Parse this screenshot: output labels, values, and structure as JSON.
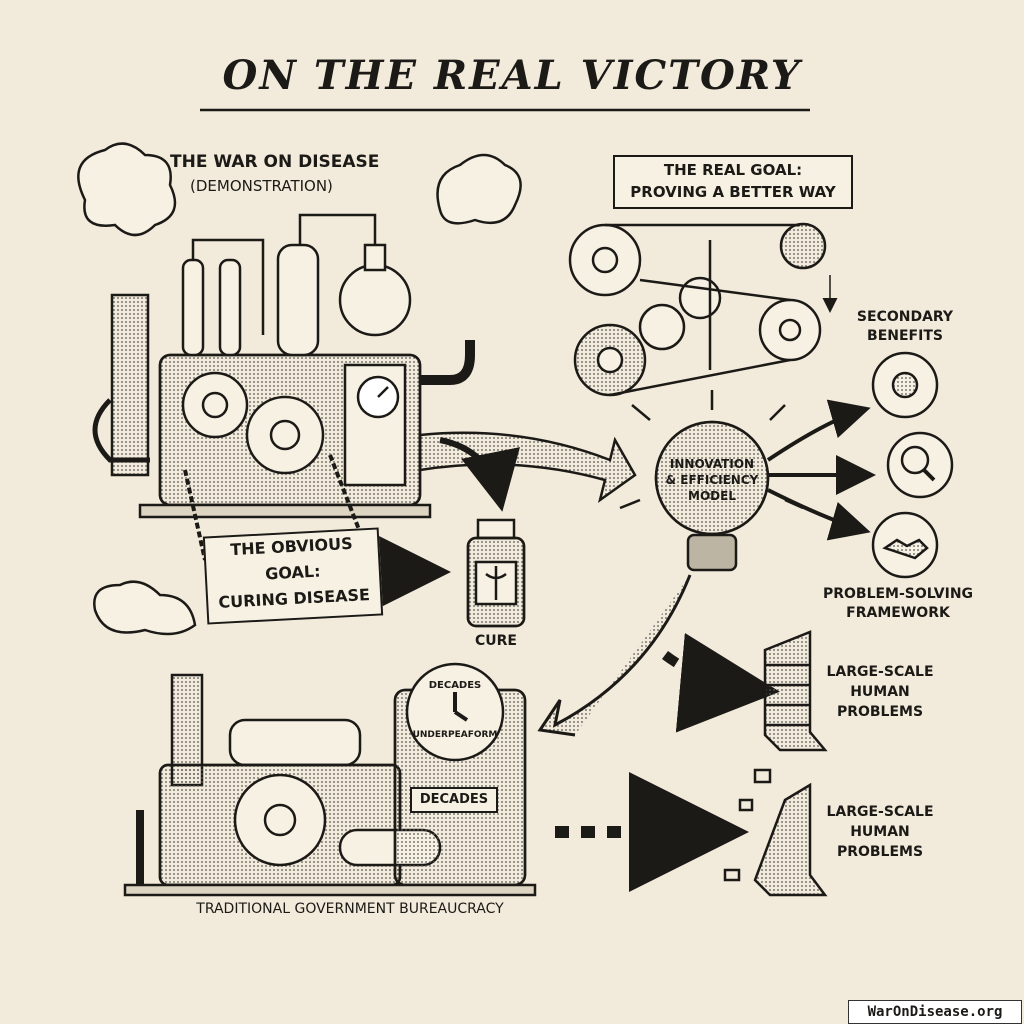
{
  "title": "ON THE REAL VICTORY",
  "war_on_disease": {
    "heading": "THE WAR ON DISEASE",
    "subheading": "(DEMONSTRATION)"
  },
  "obvious_goal": {
    "line1": "THE OBVIOUS",
    "line2": "GOAL:",
    "line3": "CURING DISEASE"
  },
  "cure_label": "CURE",
  "real_goal": {
    "line1": "THE REAL GOAL:",
    "line2": "PROVING A BETTER WAY"
  },
  "bulb": {
    "line1": "INNOVATION",
    "line2": "& EFFICIENCY",
    "line3": "MODEL"
  },
  "secondary_benefits": {
    "line1": "SECONDARY",
    "line2": "BENEFITS"
  },
  "framework": {
    "line1": "PROBLEM-SOLVING",
    "line2": "FRAMEWORK"
  },
  "problems_1": {
    "line1": "LARGE-SCALE",
    "line2": "HUMAN",
    "line3": "PROBLEMS"
  },
  "problems_2": {
    "line1": "LARGE-SCALE",
    "line2": "HUMAN",
    "line3": "PROBLEMS"
  },
  "bureaucracy": {
    "clock_top": "DECADES",
    "clock_bottom": "UNDERPEAFORM",
    "plate": "DECADES",
    "caption": "TRADITIONAL GOVERNMENT BUREAUCRACY"
  },
  "watermark": "WarOnDisease.org",
  "colors": {
    "paper": "#f2ebdb",
    "ink": "#1c1a17",
    "shade": "#8a8376"
  }
}
